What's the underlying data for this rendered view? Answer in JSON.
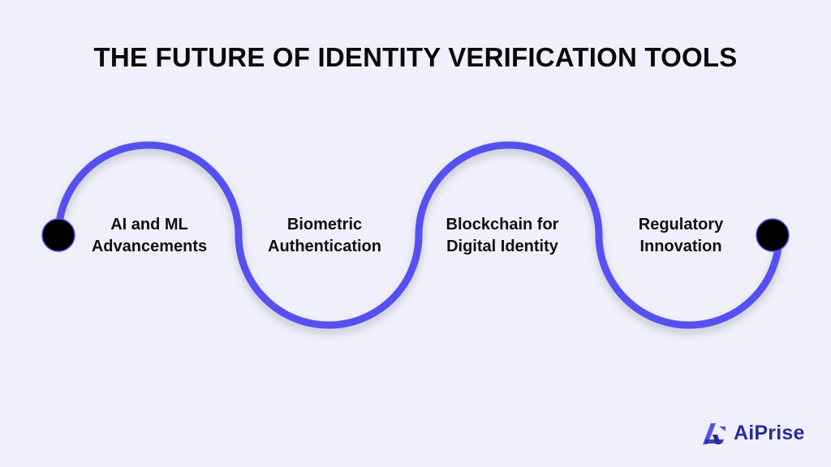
{
  "title": "THE FUTURE OF IDENTITY VERIFICATION TOOLS",
  "steps": [
    {
      "line1": "AI and ML",
      "line2": "Advancements"
    },
    {
      "line1": "Biometric",
      "line2": "Authentication"
    },
    {
      "line1": "Blockchain for",
      "line2": "Digital Identity"
    },
    {
      "line1": "Regulatory",
      "line2": "Innovation"
    }
  ],
  "brand": {
    "name": "AiPrise",
    "icon": "aiprise-logo-icon"
  },
  "colors": {
    "background": "#f0f0fc",
    "path": "#5551f0",
    "endpoint": "#000000",
    "brand": "#2a2a9e"
  }
}
